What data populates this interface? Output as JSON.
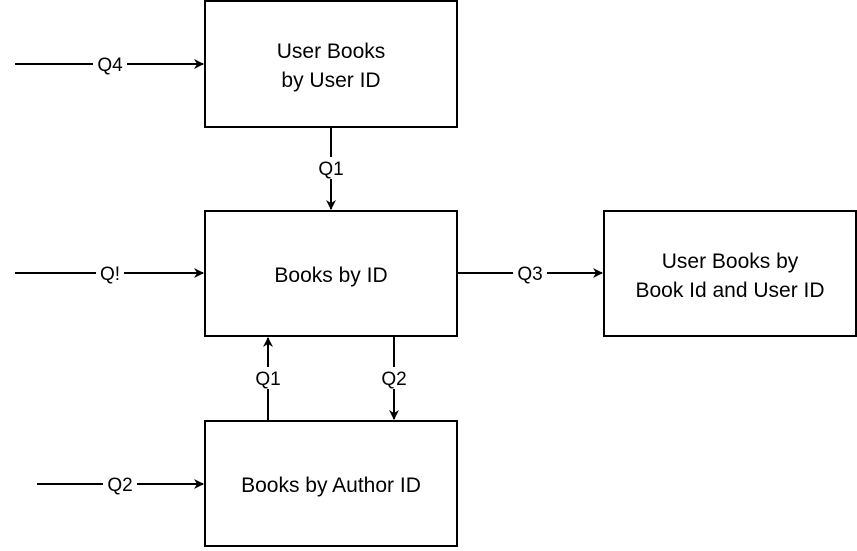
{
  "nodes": {
    "user_books_by_user_id": {
      "line1": "User Books",
      "line2": "by User ID"
    },
    "books_by_id": {
      "line1": "Books by ID"
    },
    "user_books_by_book_id_and_user_id": {
      "line1": "User Books by",
      "line2": "Book Id and User ID"
    },
    "books_by_author_id": {
      "line1": "Books by Author ID"
    }
  },
  "edges": {
    "q4_entry": "Q4",
    "q1_user_to_books": "Q1",
    "q_bang_entry": "Q!",
    "q3_books_to_userbook": "Q3",
    "q1_author_to_books": "Q1",
    "q2_books_to_author": "Q2",
    "q2_entry": "Q2"
  }
}
